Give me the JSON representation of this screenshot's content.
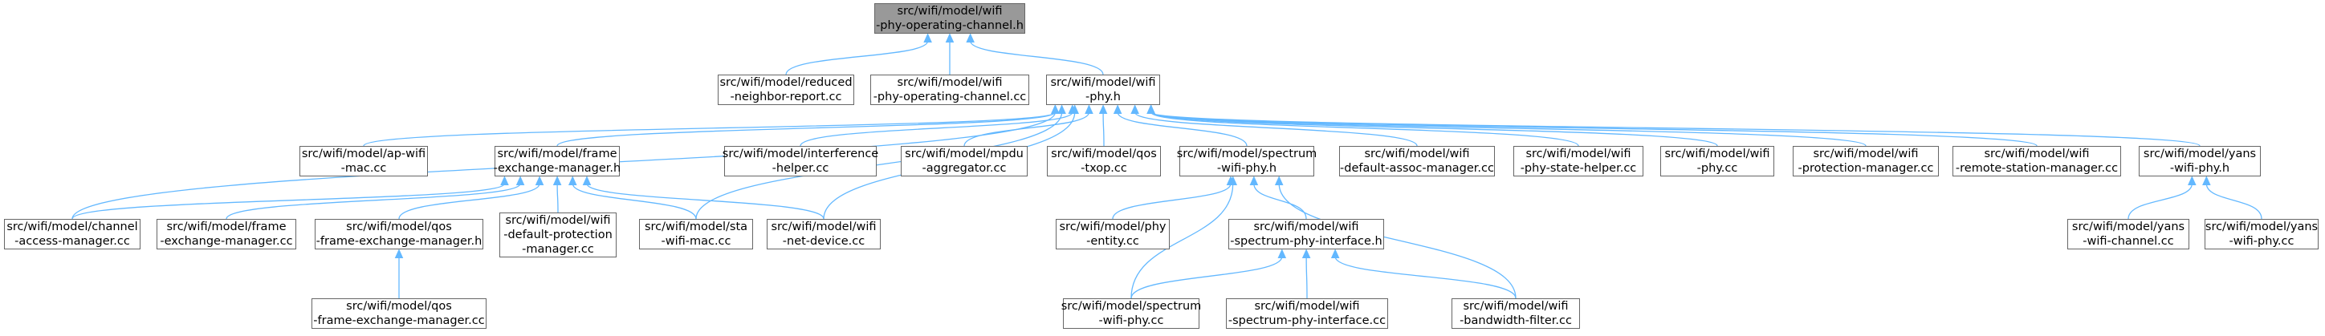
{
  "colors": {
    "edge": "#63b8ff",
    "node_border": "#666666",
    "node_fill": "#ffffff",
    "root_fill": "#999999"
  },
  "nodes": {
    "root": {
      "line1": "src/wifi/model/wifi",
      "line2": "-phy-operating-channel.h"
    },
    "reduced_neighbor_report_cc": {
      "line1": "src/wifi/model/reduced",
      "line2": "-neighbor-report.cc"
    },
    "phy_operating_channel_cc": {
      "line1": "src/wifi/model/wifi",
      "line2": "-phy-operating-channel.cc"
    },
    "wifi_phy_h": {
      "line1": "src/wifi/model/wifi",
      "line2": "-phy.h"
    },
    "ap_wifi_mac_cc": {
      "line1": "src/wifi/model/ap-wifi",
      "line2": "-mac.cc"
    },
    "frame_exchange_manager_h": {
      "line1": "src/wifi/model/frame",
      "line2": "-exchange-manager.h"
    },
    "interference_helper_cc": {
      "line1": "src/wifi/model/interference",
      "line2": "-helper.cc"
    },
    "mpdu_aggregator_cc": {
      "line1": "src/wifi/model/mpdu",
      "line2": "-aggregator.cc"
    },
    "qos_txop_cc": {
      "line1": "src/wifi/model/qos",
      "line2": "-txop.cc"
    },
    "spectrum_wifi_phy_h": {
      "line1": "src/wifi/model/spectrum",
      "line2": "-wifi-phy.h"
    },
    "default_assoc_manager_cc": {
      "line1": "src/wifi/model/wifi",
      "line2": "-default-assoc-manager.cc"
    },
    "phy_state_helper_cc": {
      "line1": "src/wifi/model/wifi",
      "line2": "-phy-state-helper.cc"
    },
    "wifi_phy_cc": {
      "line1": "src/wifi/model/wifi",
      "line2": "-phy.cc"
    },
    "protection_manager_cc": {
      "line1": "src/wifi/model/wifi",
      "line2": "-protection-manager.cc"
    },
    "remote_station_manager_cc": {
      "line1": "src/wifi/model/wifi",
      "line2": "-remote-station-manager.cc"
    },
    "yans_wifi_phy_h": {
      "line1": "src/wifi/model/yans",
      "line2": "-wifi-phy.h"
    },
    "channel_access_manager_cc": {
      "line1": "src/wifi/model/channel",
      "line2": "-access-manager.cc"
    },
    "frame_exchange_manager_cc": {
      "line1": "src/wifi/model/frame",
      "line2": "-exchange-manager.cc"
    },
    "qos_frame_exchange_manager_h": {
      "line1": "src/wifi/model/qos",
      "line2": "-frame-exchange-manager.h"
    },
    "default_protection_manager_cc": {
      "line1": "src/wifi/model/wifi",
      "line2": "-default-protection",
      "line3": "-manager.cc"
    },
    "sta_wifi_mac_cc": {
      "line1": "src/wifi/model/sta",
      "line2": "-wifi-mac.cc"
    },
    "net_device_cc": {
      "line1": "src/wifi/model/wifi",
      "line2": "-net-device.cc"
    },
    "phy_entity_cc": {
      "line1": "src/wifi/model/phy",
      "line2": "-entity.cc"
    },
    "spectrum_phy_interface_h": {
      "line1": "src/wifi/model/wifi",
      "line2": "-spectrum-phy-interface.h"
    },
    "yans_wifi_channel_cc": {
      "line1": "src/wifi/model/yans",
      "line2": "-wifi-channel.cc"
    },
    "yans_wifi_phy_cc": {
      "line1": "src/wifi/model/yans",
      "line2": "-wifi-phy.cc"
    },
    "qos_frame_exchange_manager_cc": {
      "line1": "src/wifi/model/qos",
      "line2": "-frame-exchange-manager.cc"
    },
    "spectrum_wifi_phy_cc": {
      "line1": "src/wifi/model/spectrum",
      "line2": "-wifi-phy.cc"
    },
    "spectrum_phy_interface_cc": {
      "line1": "src/wifi/model/wifi",
      "line2": "-spectrum-phy-interface.cc"
    },
    "bandwidth_filter_cc": {
      "line1": "src/wifi/model/wifi",
      "line2": "-bandwidth-filter.cc"
    }
  },
  "edges": [
    [
      "root",
      "reduced_neighbor_report_cc"
    ],
    [
      "root",
      "phy_operating_channel_cc"
    ],
    [
      "root",
      "wifi_phy_h"
    ],
    [
      "wifi_phy_h",
      "ap_wifi_mac_cc"
    ],
    [
      "wifi_phy_h",
      "frame_exchange_manager_h"
    ],
    [
      "wifi_phy_h",
      "interference_helper_cc"
    ],
    [
      "wifi_phy_h",
      "mpdu_aggregator_cc"
    ],
    [
      "wifi_phy_h",
      "qos_txop_cc"
    ],
    [
      "wifi_phy_h",
      "spectrum_wifi_phy_h"
    ],
    [
      "wifi_phy_h",
      "default_assoc_manager_cc"
    ],
    [
      "wifi_phy_h",
      "phy_state_helper_cc"
    ],
    [
      "wifi_phy_h",
      "wifi_phy_cc"
    ],
    [
      "wifi_phy_h",
      "protection_manager_cc"
    ],
    [
      "wifi_phy_h",
      "remote_station_manager_cc"
    ],
    [
      "wifi_phy_h",
      "yans_wifi_phy_h"
    ],
    [
      "wifi_phy_h",
      "channel_access_manager_cc"
    ],
    [
      "wifi_phy_h",
      "sta_wifi_mac_cc"
    ],
    [
      "wifi_phy_h",
      "net_device_cc"
    ],
    [
      "frame_exchange_manager_h",
      "channel_access_manager_cc"
    ],
    [
      "frame_exchange_manager_h",
      "frame_exchange_manager_cc"
    ],
    [
      "frame_exchange_manager_h",
      "qos_frame_exchange_manager_h"
    ],
    [
      "frame_exchange_manager_h",
      "default_protection_manager_cc"
    ],
    [
      "frame_exchange_manager_h",
      "sta_wifi_mac_cc"
    ],
    [
      "frame_exchange_manager_h",
      "net_device_cc"
    ],
    [
      "qos_frame_exchange_manager_h",
      "qos_frame_exchange_manager_cc"
    ],
    [
      "spectrum_wifi_phy_h",
      "phy_entity_cc"
    ],
    [
      "spectrum_wifi_phy_h",
      "spectrum_phy_interface_h"
    ],
    [
      "spectrum_wifi_phy_h",
      "spectrum_wifi_phy_cc"
    ],
    [
      "spectrum_wifi_phy_h",
      "bandwidth_filter_cc"
    ],
    [
      "spectrum_phy_interface_h",
      "spectrum_wifi_phy_cc"
    ],
    [
      "spectrum_phy_interface_h",
      "spectrum_phy_interface_cc"
    ],
    [
      "spectrum_phy_interface_h",
      "bandwidth_filter_cc"
    ],
    [
      "yans_wifi_phy_h",
      "yans_wifi_channel_cc"
    ],
    [
      "yans_wifi_phy_h",
      "yans_wifi_phy_cc"
    ]
  ]
}
